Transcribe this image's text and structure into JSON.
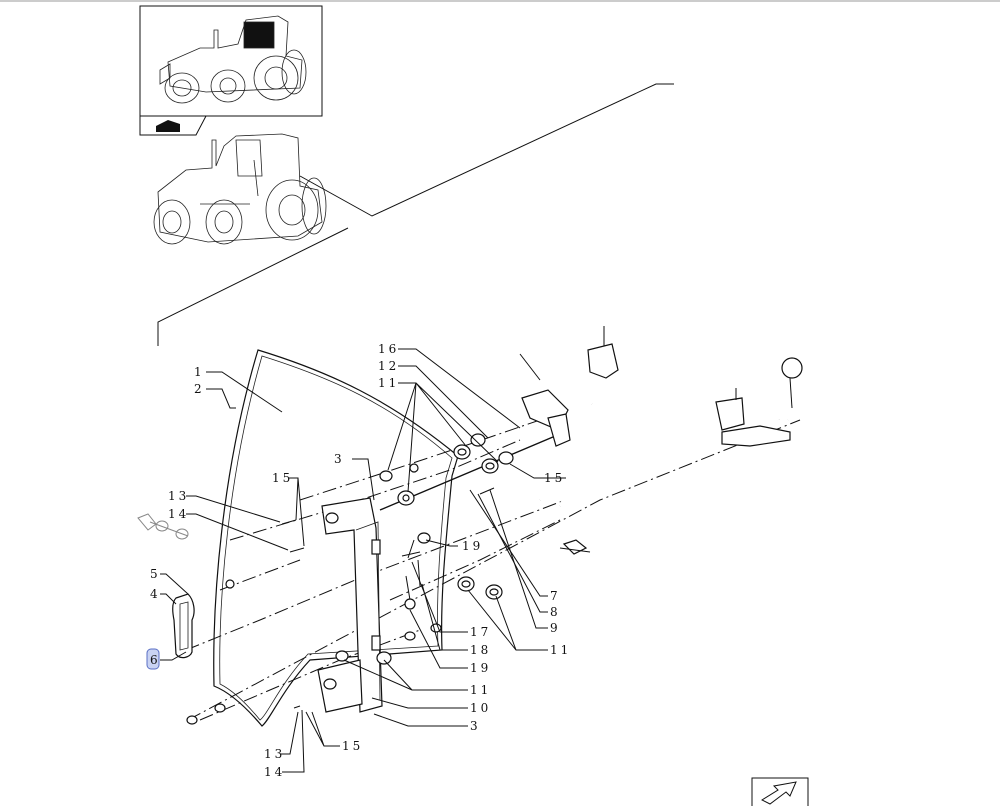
{
  "callouts": [
    {
      "id": "c16",
      "text": "16"
    },
    {
      "id": "c12",
      "text": "12"
    },
    {
      "id": "c11a",
      "text": "11"
    },
    {
      "id": "c1",
      "text": "1"
    },
    {
      "id": "c2",
      "text": "2"
    },
    {
      "id": "c3a",
      "text": "3"
    },
    {
      "id": "c15a",
      "text": "15"
    },
    {
      "id": "c15b",
      "text": "15"
    },
    {
      "id": "c13a",
      "text": "13"
    },
    {
      "id": "c14a",
      "text": "14"
    },
    {
      "id": "c19a",
      "text": "19"
    },
    {
      "id": "c5",
      "text": "5"
    },
    {
      "id": "c4",
      "text": "4"
    },
    {
      "id": "c6",
      "text": "6"
    },
    {
      "id": "c7",
      "text": "7"
    },
    {
      "id": "c8",
      "text": "8"
    },
    {
      "id": "c9",
      "text": "9"
    },
    {
      "id": "c11b",
      "text": "11"
    },
    {
      "id": "c17",
      "text": "17"
    },
    {
      "id": "c18",
      "text": "18"
    },
    {
      "id": "c19b",
      "text": "19"
    },
    {
      "id": "c11c",
      "text": "11"
    },
    {
      "id": "c10",
      "text": "10"
    },
    {
      "id": "c3b",
      "text": "3"
    },
    {
      "id": "c15c",
      "text": "15"
    },
    {
      "id": "c13b",
      "text": "13"
    },
    {
      "id": "c14b",
      "text": "14"
    }
  ],
  "highlighted_callout": "c6",
  "colors": {
    "highlight_fill": "#c9d3f3",
    "highlight_stroke": "#5a6fc4",
    "line": "#111111"
  }
}
